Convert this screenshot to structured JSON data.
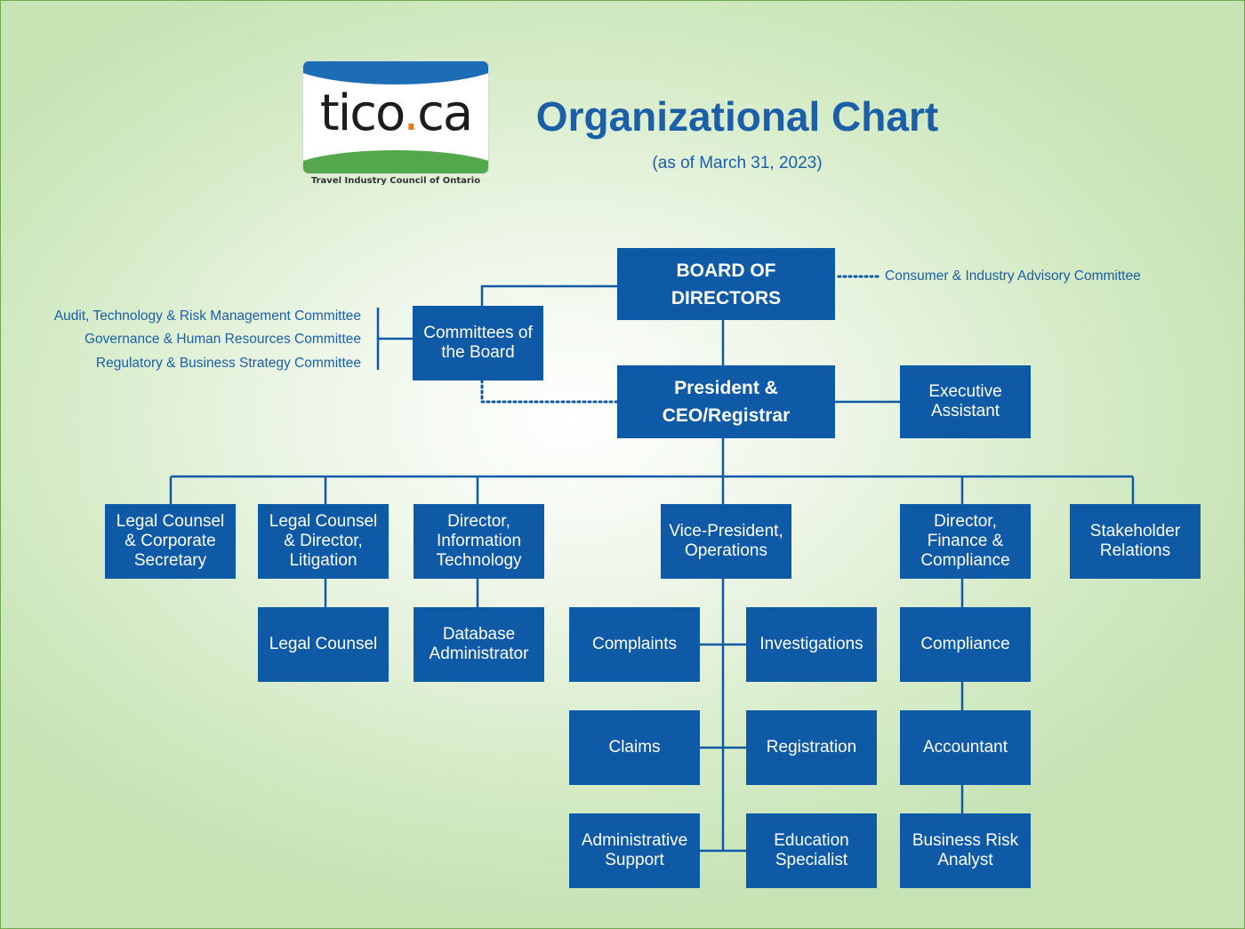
{
  "logo": {
    "wordmark": "tico",
    "dot": ".",
    "suffix": "ca",
    "caption": "Travel Industry Council of Ontario"
  },
  "header": {
    "title": "Organizational Chart",
    "subtitle": "(as of March 31, 2023)"
  },
  "advisory_committee": "Consumer & Industry Advisory Committee",
  "board_committees": [
    "Audit, Technology & Risk Management Committee",
    "Governance & Human Resources Committee",
    "Regulatory & Business Strategy Committee"
  ],
  "nodes": {
    "board": "BOARD OF\nDIRECTORS",
    "committees": "Committees of\nthe Board",
    "ceo": "President &\nCEO/Registrar",
    "exec_assistant": "Executive\nAssistant",
    "legal_corporate": "Legal Counsel\n& Corporate\nSecretary",
    "legal_litigation": "Legal Counsel\n& Director,\nLitigation",
    "dir_it": "Director,\nInformation\nTechnology",
    "vp_ops": "Vice-President,\nOperations",
    "dir_finance": "Director,\nFinance &\nCompliance",
    "stakeholder": "Stakeholder\nRelations",
    "legal_counsel": "Legal Counsel",
    "db_admin": "Database\nAdministrator",
    "complaints": "Complaints",
    "investigations": "Investigations",
    "claims": "Claims",
    "registration": "Registration",
    "admin_support": "Administrative\nSupport",
    "education": "Education\nSpecialist",
    "compliance": "Compliance",
    "accountant": "Accountant",
    "business_risk": "Business Risk\nAnalyst"
  },
  "colors": {
    "box": "#0e5aa7",
    "text_blue": "#1a5fa8",
    "line": "#0e5aa7"
  }
}
